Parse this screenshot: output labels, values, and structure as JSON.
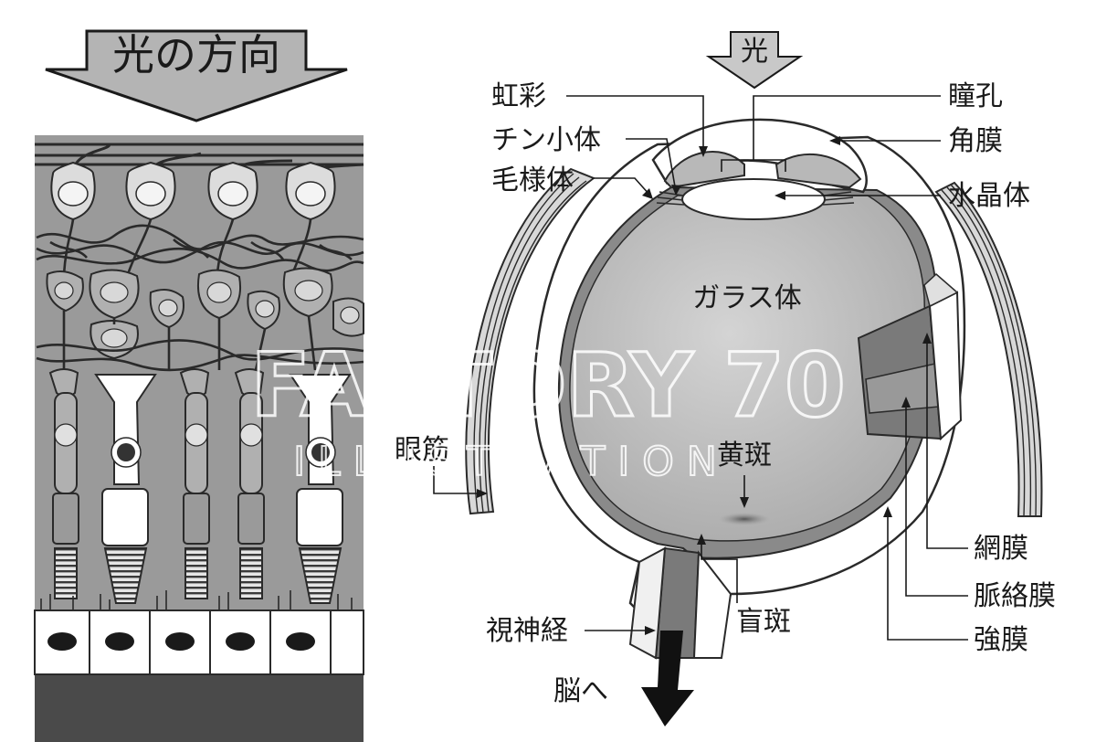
{
  "left_panel": {
    "direction_label": "光の方向"
  },
  "eye": {
    "light_label": "光",
    "labels": {
      "iris": "虹彩",
      "zinn_zonule": "チン小体",
      "ciliary_body": "毛様体",
      "pupil": "瞳孔",
      "cornea": "角膜",
      "lens": "水晶体",
      "vitreous": "ガラス体",
      "eye_muscle": "眼筋",
      "macula": "黄斑",
      "retina": "網膜",
      "choroid": "脈絡膜",
      "sclera": "強膜",
      "blind_spot": "盲斑",
      "optic_nerve": "視神経",
      "to_brain": "脳へ"
    }
  },
  "watermark": {
    "main": "FACTORY 70",
    "sub": "ILLUSTRATION"
  },
  "colors": {
    "panel_bg": "#9a9a9a",
    "cell_light": "#dcdcdc",
    "cell_mid": "#b0b0b0",
    "eye_fill": "#b9b9b9",
    "retina_dark": "#6a6a6a",
    "dark_floor": "#4a4a4a"
  }
}
